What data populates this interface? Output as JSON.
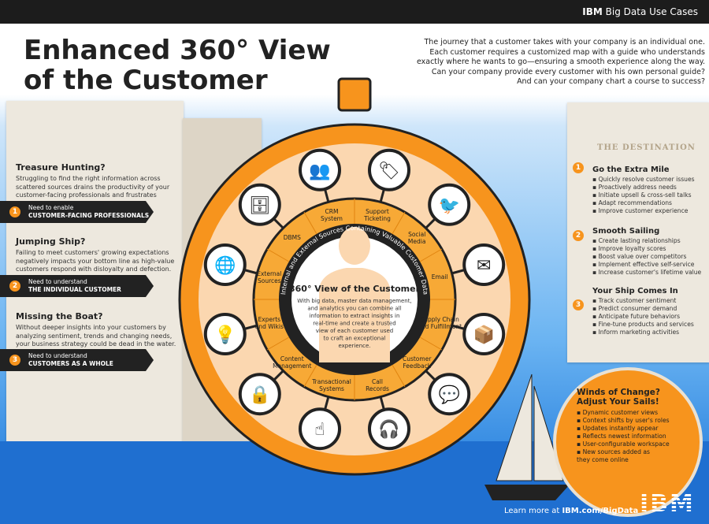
{
  "header": {
    "brand": "IBM",
    "label": "Big Data Use Cases"
  },
  "title": {
    "line1": "Enhanced 360° View",
    "line2": "of the Customer"
  },
  "intro": [
    "The journey that a customer takes with your company is an individual one.",
    "Each customer requires a customized map with a guide who understands",
    "exactly where he wants to go—ensuring a smooth experience along the way.",
    "Can your company provide every customer with his own personal guide?",
    "And can your company chart a course to success?"
  ],
  "problems": [
    {
      "title": "Treasure Hunting?",
      "text": "Struggling to find the right information across scattered sources drains the productivity of your customer-facing professionals and frustrates customers.",
      "num": "1",
      "need": "Need to enable",
      "need_bold": "CUSTOMER-FACING PROFESSIONALS"
    },
    {
      "title": "Jumping Ship?",
      "text": "Failing to meet customers' growing expectations negatively impacts your bottom line as high-value customers respond with disloyalty and defection.",
      "num": "2",
      "need": "Need to understand",
      "need_bold": "THE INDIVIDUAL CUSTOMER"
    },
    {
      "title": "Missing the Boat?",
      "text": "Without deeper insights into your customers by analyzing sentiment, trends and changing needs, your business strategy could be dead in the water.",
      "num": "3",
      "need": "Need to understand",
      "need_bold": "CUSTOMERS AS A WHOLE"
    }
  ],
  "wheel": {
    "ring_title": "Internal and External Sources Containing Valuable Customer Data",
    "center_title": "360° View of the Customer",
    "center_text": [
      "With big data, master data management,",
      "and analytics you can combine all",
      "information to extract insights in",
      "real-time and create a trusted",
      "view of each customer used",
      "to craft an exceptional",
      "experience."
    ],
    "segments": [
      [
        "CRM",
        "System"
      ],
      [
        "Support",
        "Ticketing"
      ],
      [
        "Social",
        "Media"
      ],
      [
        "Email"
      ],
      [
        "Supply Chain",
        "and Fulfillment"
      ],
      [
        "Customer",
        "Feedback"
      ],
      [
        "Call",
        "Records"
      ],
      [
        "Transactional",
        "Systems"
      ],
      [
        "Content",
        "Management"
      ],
      [
        "Experts",
        "and Wikis"
      ],
      [
        "External",
        "Sources"
      ],
      [
        "DBMS"
      ]
    ],
    "icons": [
      "people-icon",
      "tag-icon",
      "twitter-icon",
      "email-icon",
      "box-icon",
      "chat-icon",
      "headset-icon",
      "touch-icon",
      "lock-icon",
      "lightbulb-icon",
      "globe-icon",
      "database-icon"
    ]
  },
  "destination": {
    "heading": "THE DESTINATION",
    "sections": [
      {
        "num": "1",
        "title": "Go the Extra Mile",
        "items": [
          "Quickly resolve customer issues",
          "Proactively address needs",
          "Initiate upsell & cross-sell talks",
          "Adapt recommendations",
          "Improve customer experience"
        ]
      },
      {
        "num": "2",
        "title": "Smooth Sailing",
        "items": [
          "Create lasting relationships",
          "Improve loyalty scores",
          "Boost value over competitors",
          "Implement effective self-service",
          "Increase customer's lifetime value"
        ]
      },
      {
        "num": "3",
        "title": "Your Ship Comes In",
        "items": [
          "Track customer sentiment",
          "Predict consumer demand",
          "Anticipate future behaviors",
          "Fine-tune products and services",
          "Inform marketing activities"
        ]
      }
    ]
  },
  "winds": {
    "title1": "Winds of Change?",
    "title2": "Adjust Your Sails!",
    "items": [
      "Dynamic customer views",
      "Context shifts by user's roles",
      "Updates instantly appear",
      "Reflects newest information",
      "User-configurable workspace",
      "New sources added as they come online"
    ]
  },
  "footer": {
    "learn": "Learn more at",
    "link": "IBM.com/BigData",
    "logo": "IBM"
  },
  "colors": {
    "orange": "#f7941d",
    "dark": "#222222",
    "peach": "#fbd7b0",
    "map": "#ede8de"
  }
}
